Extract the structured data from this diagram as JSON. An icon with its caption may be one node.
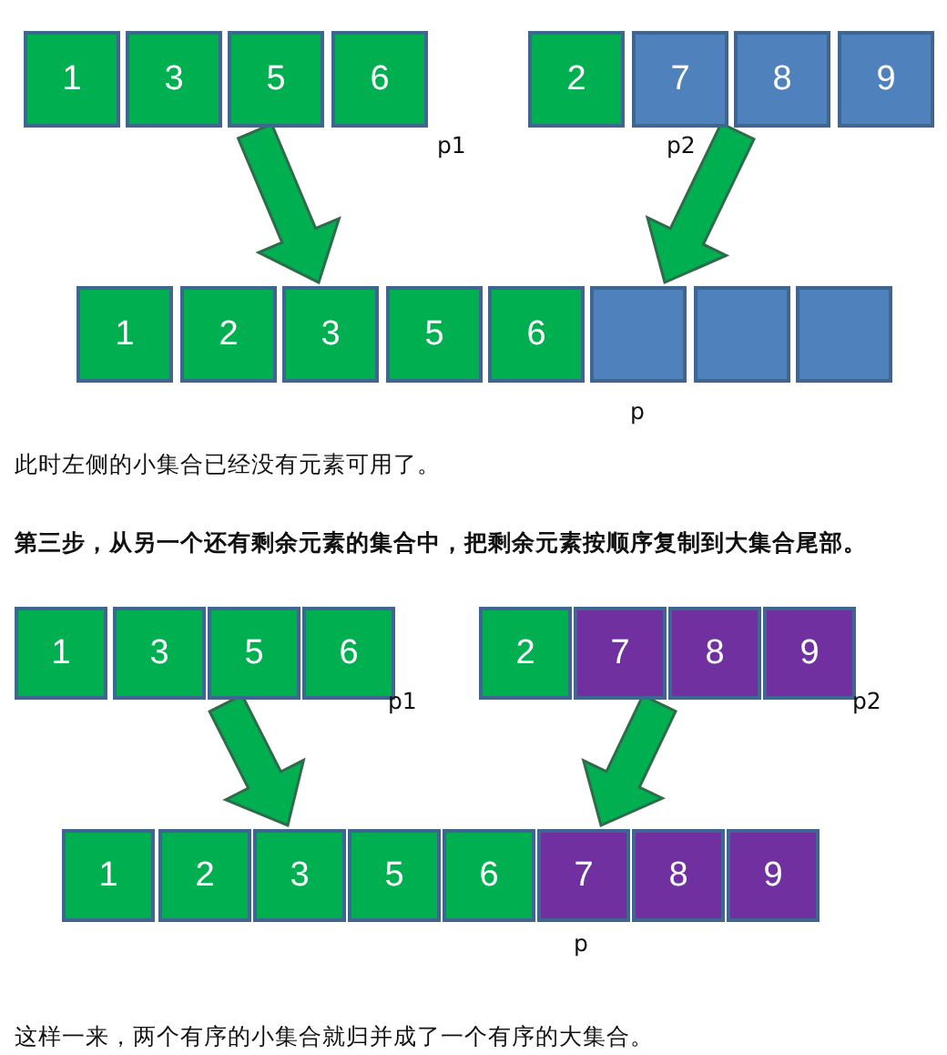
{
  "diagram": {
    "nodes": [
      {
        "text": [
          "1"
        ]
      },
      {
        "text": [
          "3"
        ]
      },
      {
        "text": [
          "5"
        ]
      },
      {
        "text": [
          "6"
        ]
      },
      {
        "text": [
          "2"
        ]
      },
      {
        "text": [
          "7"
        ]
      },
      {
        "text": [
          "8"
        ]
      },
      {
        "text": [
          "9"
        ]
      },
      {
        "text": [
          "1"
        ]
      },
      {
        "text": [
          "2"
        ]
      },
      {
        "text": [
          "3"
        ]
      },
      {
        "text": [
          "5"
        ]
      },
      {
        "text": [
          "6"
        ]
      },
      {
        "text": [],
        "shape": "box"
      },
      {
        "text": [],
        "shape": "box"
      },
      {
        "text": [],
        "shape": "box"
      },
      {
        "text": [
          "1"
        ]
      },
      {
        "text": [
          "3"
        ]
      },
      {
        "text": [
          "5"
        ]
      },
      {
        "text": [
          "6"
        ]
      },
      {
        "text": [
          "2"
        ]
      },
      {
        "text": [
          "7"
        ]
      },
      {
        "text": [
          "8"
        ]
      },
      {
        "text": [
          "9"
        ]
      },
      {
        "text": [
          "1"
        ]
      },
      {
        "text": [
          "2"
        ]
      },
      {
        "text": [
          "3"
        ]
      },
      {
        "text": [
          "5"
        ]
      },
      {
        "text": [
          "6"
        ]
      },
      {
        "text": [
          "7"
        ]
      },
      {
        "text": [
          "8"
        ]
      },
      {
        "text": [
          "9"
        ]
      }
    ],
    "edges": [
      {
        "from": 2,
        "to": 10,
        "arrow": "to"
      },
      {
        "from": 6,
        "to": 13,
        "arrow": "to"
      },
      {
        "from": 18,
        "to": 26,
        "arrow": "to"
      },
      {
        "from": 21,
        "to": 29,
        "arrow": "to"
      }
    ],
    "labels": [
      "p1",
      "p2",
      "p",
      "此时左侧的小集合已经没有元素可用了。",
      "第三步，从另一个还有剩余元素的集合中，把剩余元素按顺序复制到大集合尾部。",
      "p1",
      "p2",
      "p",
      "这样一来，两个有序的小集合就归并成了一个有序的大集合。"
    ]
  }
}
